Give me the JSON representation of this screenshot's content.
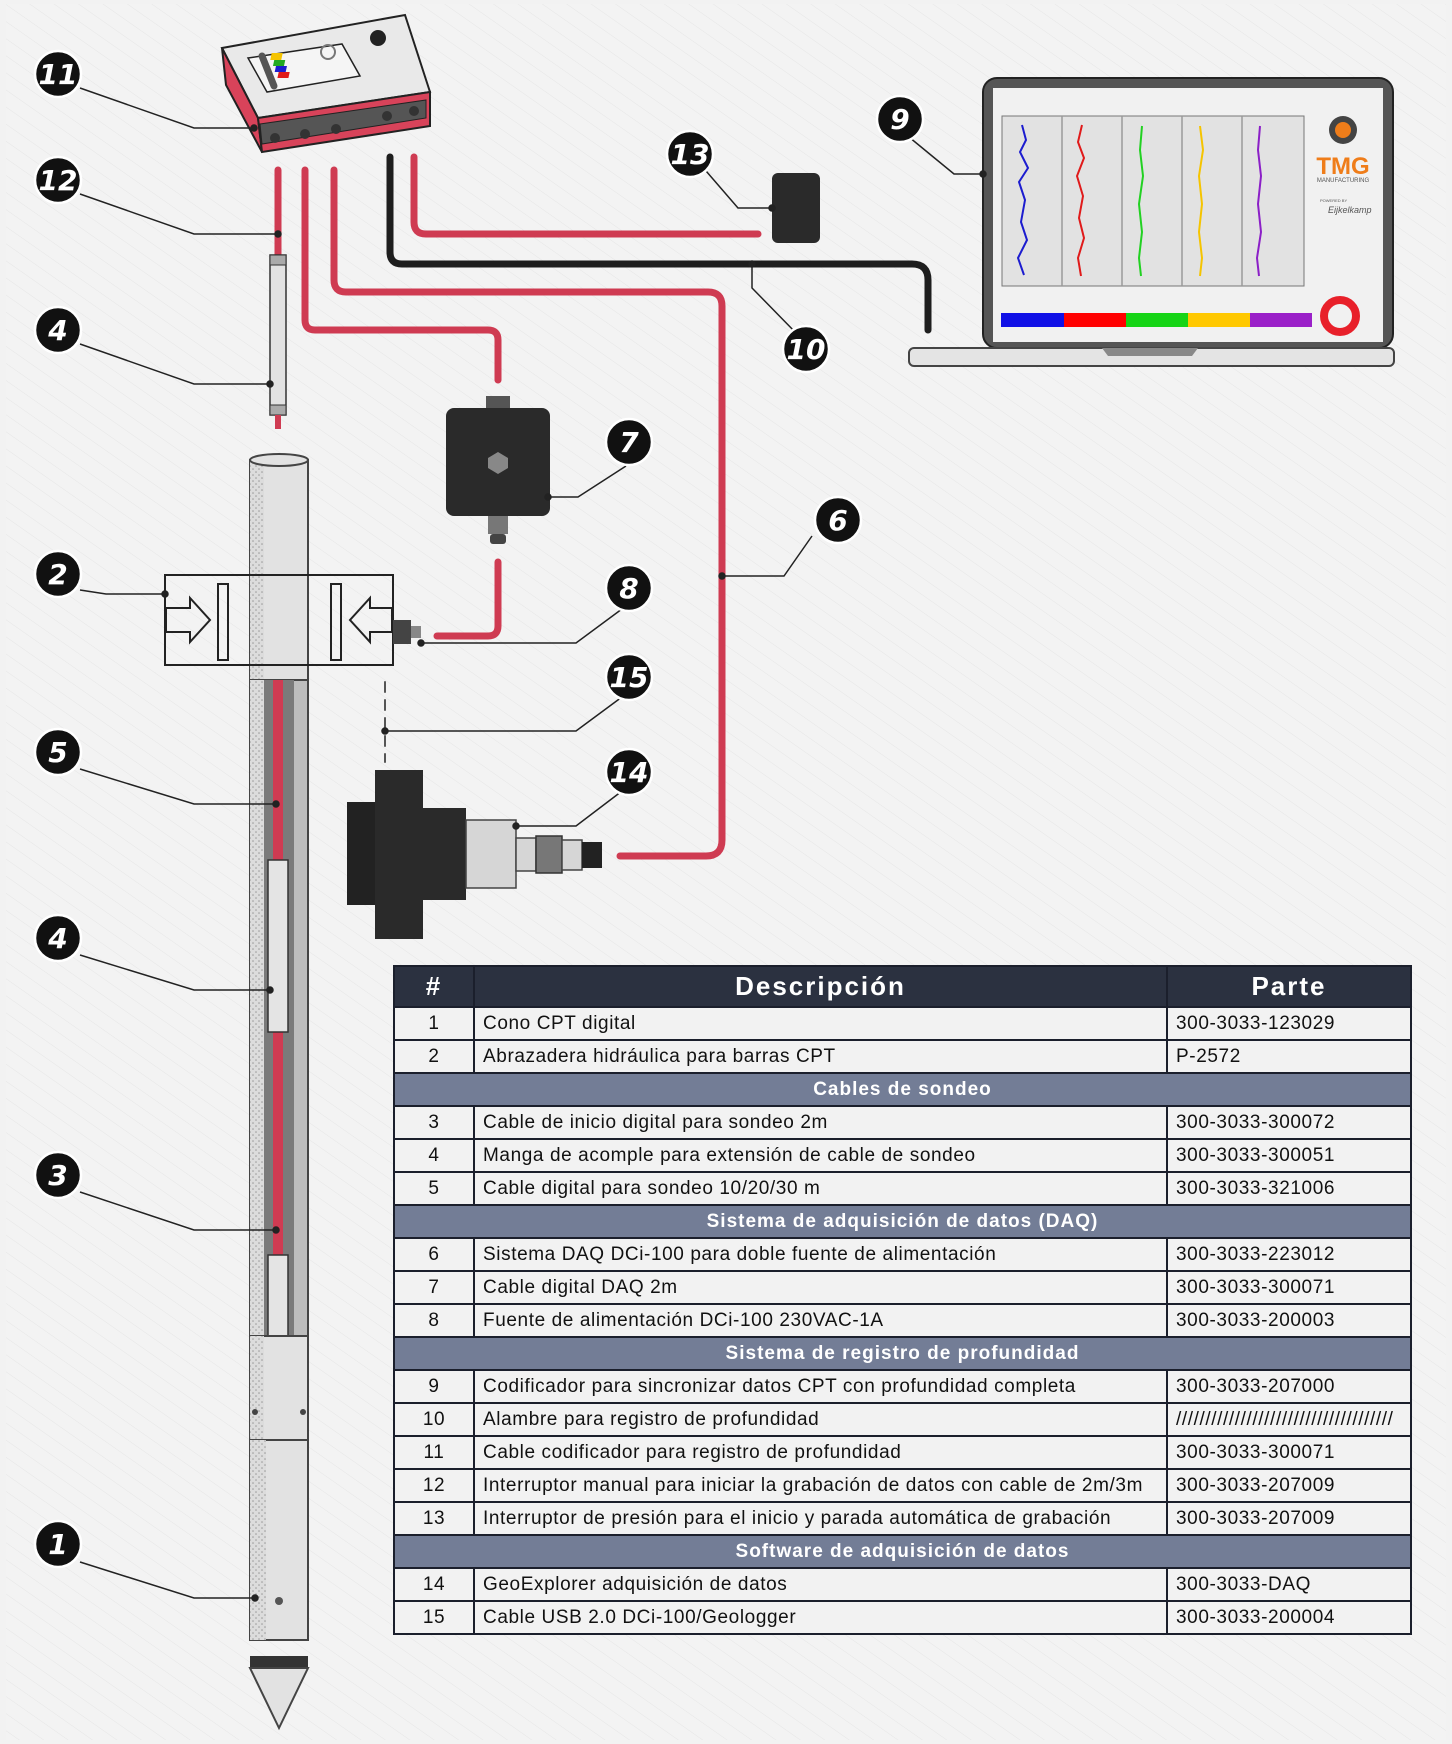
{
  "diagram": {
    "callouts": [
      "1",
      "2",
      "3",
      "4",
      "4",
      "5",
      "6",
      "7",
      "8",
      "9",
      "10",
      "11",
      "12",
      "13",
      "14",
      "15"
    ],
    "logo": {
      "brand": "TMG",
      "subtitle": "MANUFACTURING",
      "powered": "POWERED BY",
      "partner": "Eijkelkamp"
    },
    "colors": {
      "cable_red": "#cf3b52",
      "cable_black": "#1e1e1e",
      "callout_fill": "#111111",
      "daq_red": "#d8435a",
      "trace_blue": "#1c1ccf",
      "trace_red": "#e01a1a",
      "trace_green": "#22d122",
      "trace_yellow": "#f5c400",
      "trace_purple": "#8b1fc7",
      "bar_blue": "#1010e6",
      "bar_red": "#ff0000",
      "bar_green": "#16d416",
      "bar_yellow": "#ffc800",
      "bar_purple": "#9a20c8",
      "record_red": "#e8202a"
    }
  },
  "table": {
    "headers": {
      "num": "#",
      "desc": "Descripción",
      "part": "Parte"
    },
    "rows": [
      {
        "type": "item",
        "num": "1",
        "desc": "Cono CPT digital",
        "part": "300-3033-123029"
      },
      {
        "type": "item",
        "num": "2",
        "desc": "Abrazadera hidráulica para barras CPT",
        "part": "P-2572"
      },
      {
        "type": "section",
        "title": "Cables de sondeo"
      },
      {
        "type": "item",
        "num": "3",
        "desc": "Cable de inicio digital para sondeo 2m",
        "part": "300-3033-300072"
      },
      {
        "type": "item",
        "num": "4",
        "desc": "Manga de acomple para extensión de cable de sondeo",
        "part": "300-3033-300051"
      },
      {
        "type": "item",
        "num": "5",
        "desc": "Cable digital para sondeo 10/20/30 m",
        "part": "300-3033-321006"
      },
      {
        "type": "section",
        "title": "Sistema de adquisición de datos (DAQ)"
      },
      {
        "type": "item",
        "num": "6",
        "desc": "Sistema DAQ DCi-100 para doble fuente de alimentación",
        "part": "300-3033-223012"
      },
      {
        "type": "item",
        "num": "7",
        "desc": "Cable digital DAQ 2m",
        "part": "300-3033-300071"
      },
      {
        "type": "item",
        "num": "8",
        "desc": "Fuente de alimentación DCi-100 230VAC-1A",
        "part": "300-3033-200003"
      },
      {
        "type": "section",
        "title": "Sistema de registro de profundidad"
      },
      {
        "type": "item",
        "num": "9",
        "desc": "Codificador para sincronizar datos CPT con profundidad completa",
        "part": "300-3033-207000"
      },
      {
        "type": "item",
        "num": "10",
        "desc": "Alambre para registro de profundidad",
        "part": "/////////////////////////////////////"
      },
      {
        "type": "item",
        "num": "11",
        "desc": "Cable codificador para registro de profundidad",
        "part": "300-3033-300071"
      },
      {
        "type": "item",
        "num": "12",
        "desc": "Interruptor manual para iniciar la grabación de datos con cable de 2m/3m",
        "part": "300-3033-207009"
      },
      {
        "type": "item",
        "num": "13",
        "desc": "Interruptor de presión para el inicio y parada automática de grabación",
        "part": "300-3033-207009"
      },
      {
        "type": "section",
        "title": "Software de adquisición de datos"
      },
      {
        "type": "item",
        "num": "14",
        "desc": "GeoExplorer adquisición de datos",
        "part": "300-3033-DAQ"
      },
      {
        "type": "item",
        "num": "15",
        "desc": "Cable USB 2.0 DCi-100/Geologger",
        "part": "300-3033-200004"
      }
    ]
  }
}
